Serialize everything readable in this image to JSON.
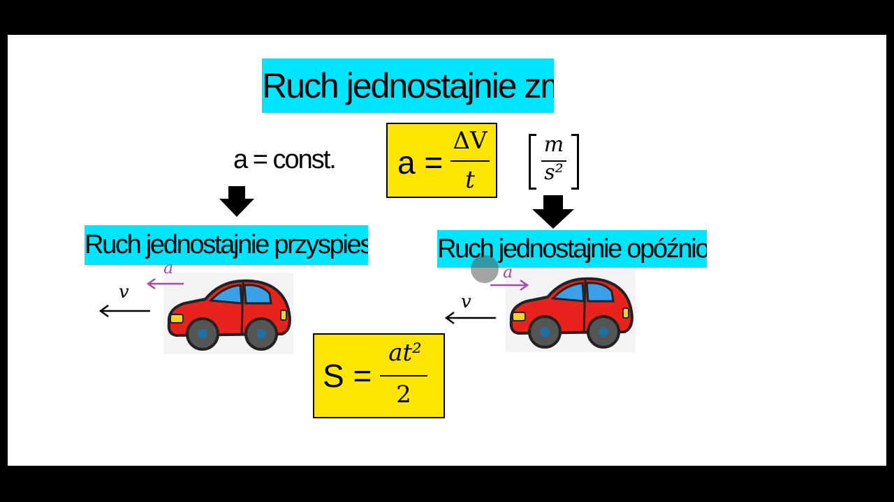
{
  "title": "Ruch jednostajnie zmienny",
  "const_label": "a = const.",
  "formula_a": {
    "lhs": "a =",
    "numerator": "ΔV",
    "denominator": "t"
  },
  "unit": {
    "numerator": "m",
    "denominator": "s²"
  },
  "left_heading": "Ruch jednostajnie przyspieszony",
  "right_heading": "Ruch jednostajnie opóźniony",
  "vector_v": "v",
  "vector_a": "a",
  "formula_s": {
    "lhs": "S =",
    "numerator": "at²",
    "denominator": "2"
  },
  "colors": {
    "heading_bg": "#00e5ff",
    "formula_bg": "#ffe600",
    "accel_arrow": "#a64ca6",
    "car": "#e8231e"
  }
}
